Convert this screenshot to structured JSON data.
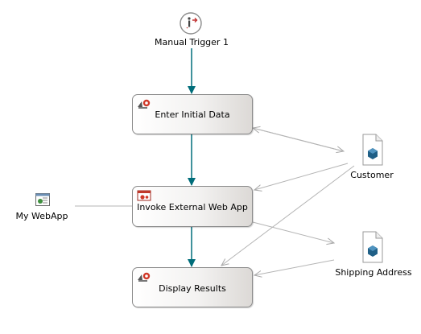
{
  "trigger": {
    "label": "Manual Trigger 1",
    "icon": "manual-trigger-icon"
  },
  "activities": [
    {
      "label": "Enter Initial Data",
      "icon": "human-task-icon"
    },
    {
      "label": "Invoke External Web App",
      "icon": "invoke-webapp-icon"
    },
    {
      "label": "Display Results",
      "icon": "human-task-icon"
    }
  ],
  "webapp": {
    "label": "My WebApp",
    "icon": "webapp-icon"
  },
  "data_objects": [
    {
      "label": "Customer",
      "icon": "document-icon"
    },
    {
      "label": "Shipping Address",
      "icon": "document-icon"
    }
  ],
  "colors": {
    "control_flow": "#006d7a",
    "data_flow": "#b4b4b4",
    "node_border": "#8a8a8a"
  }
}
